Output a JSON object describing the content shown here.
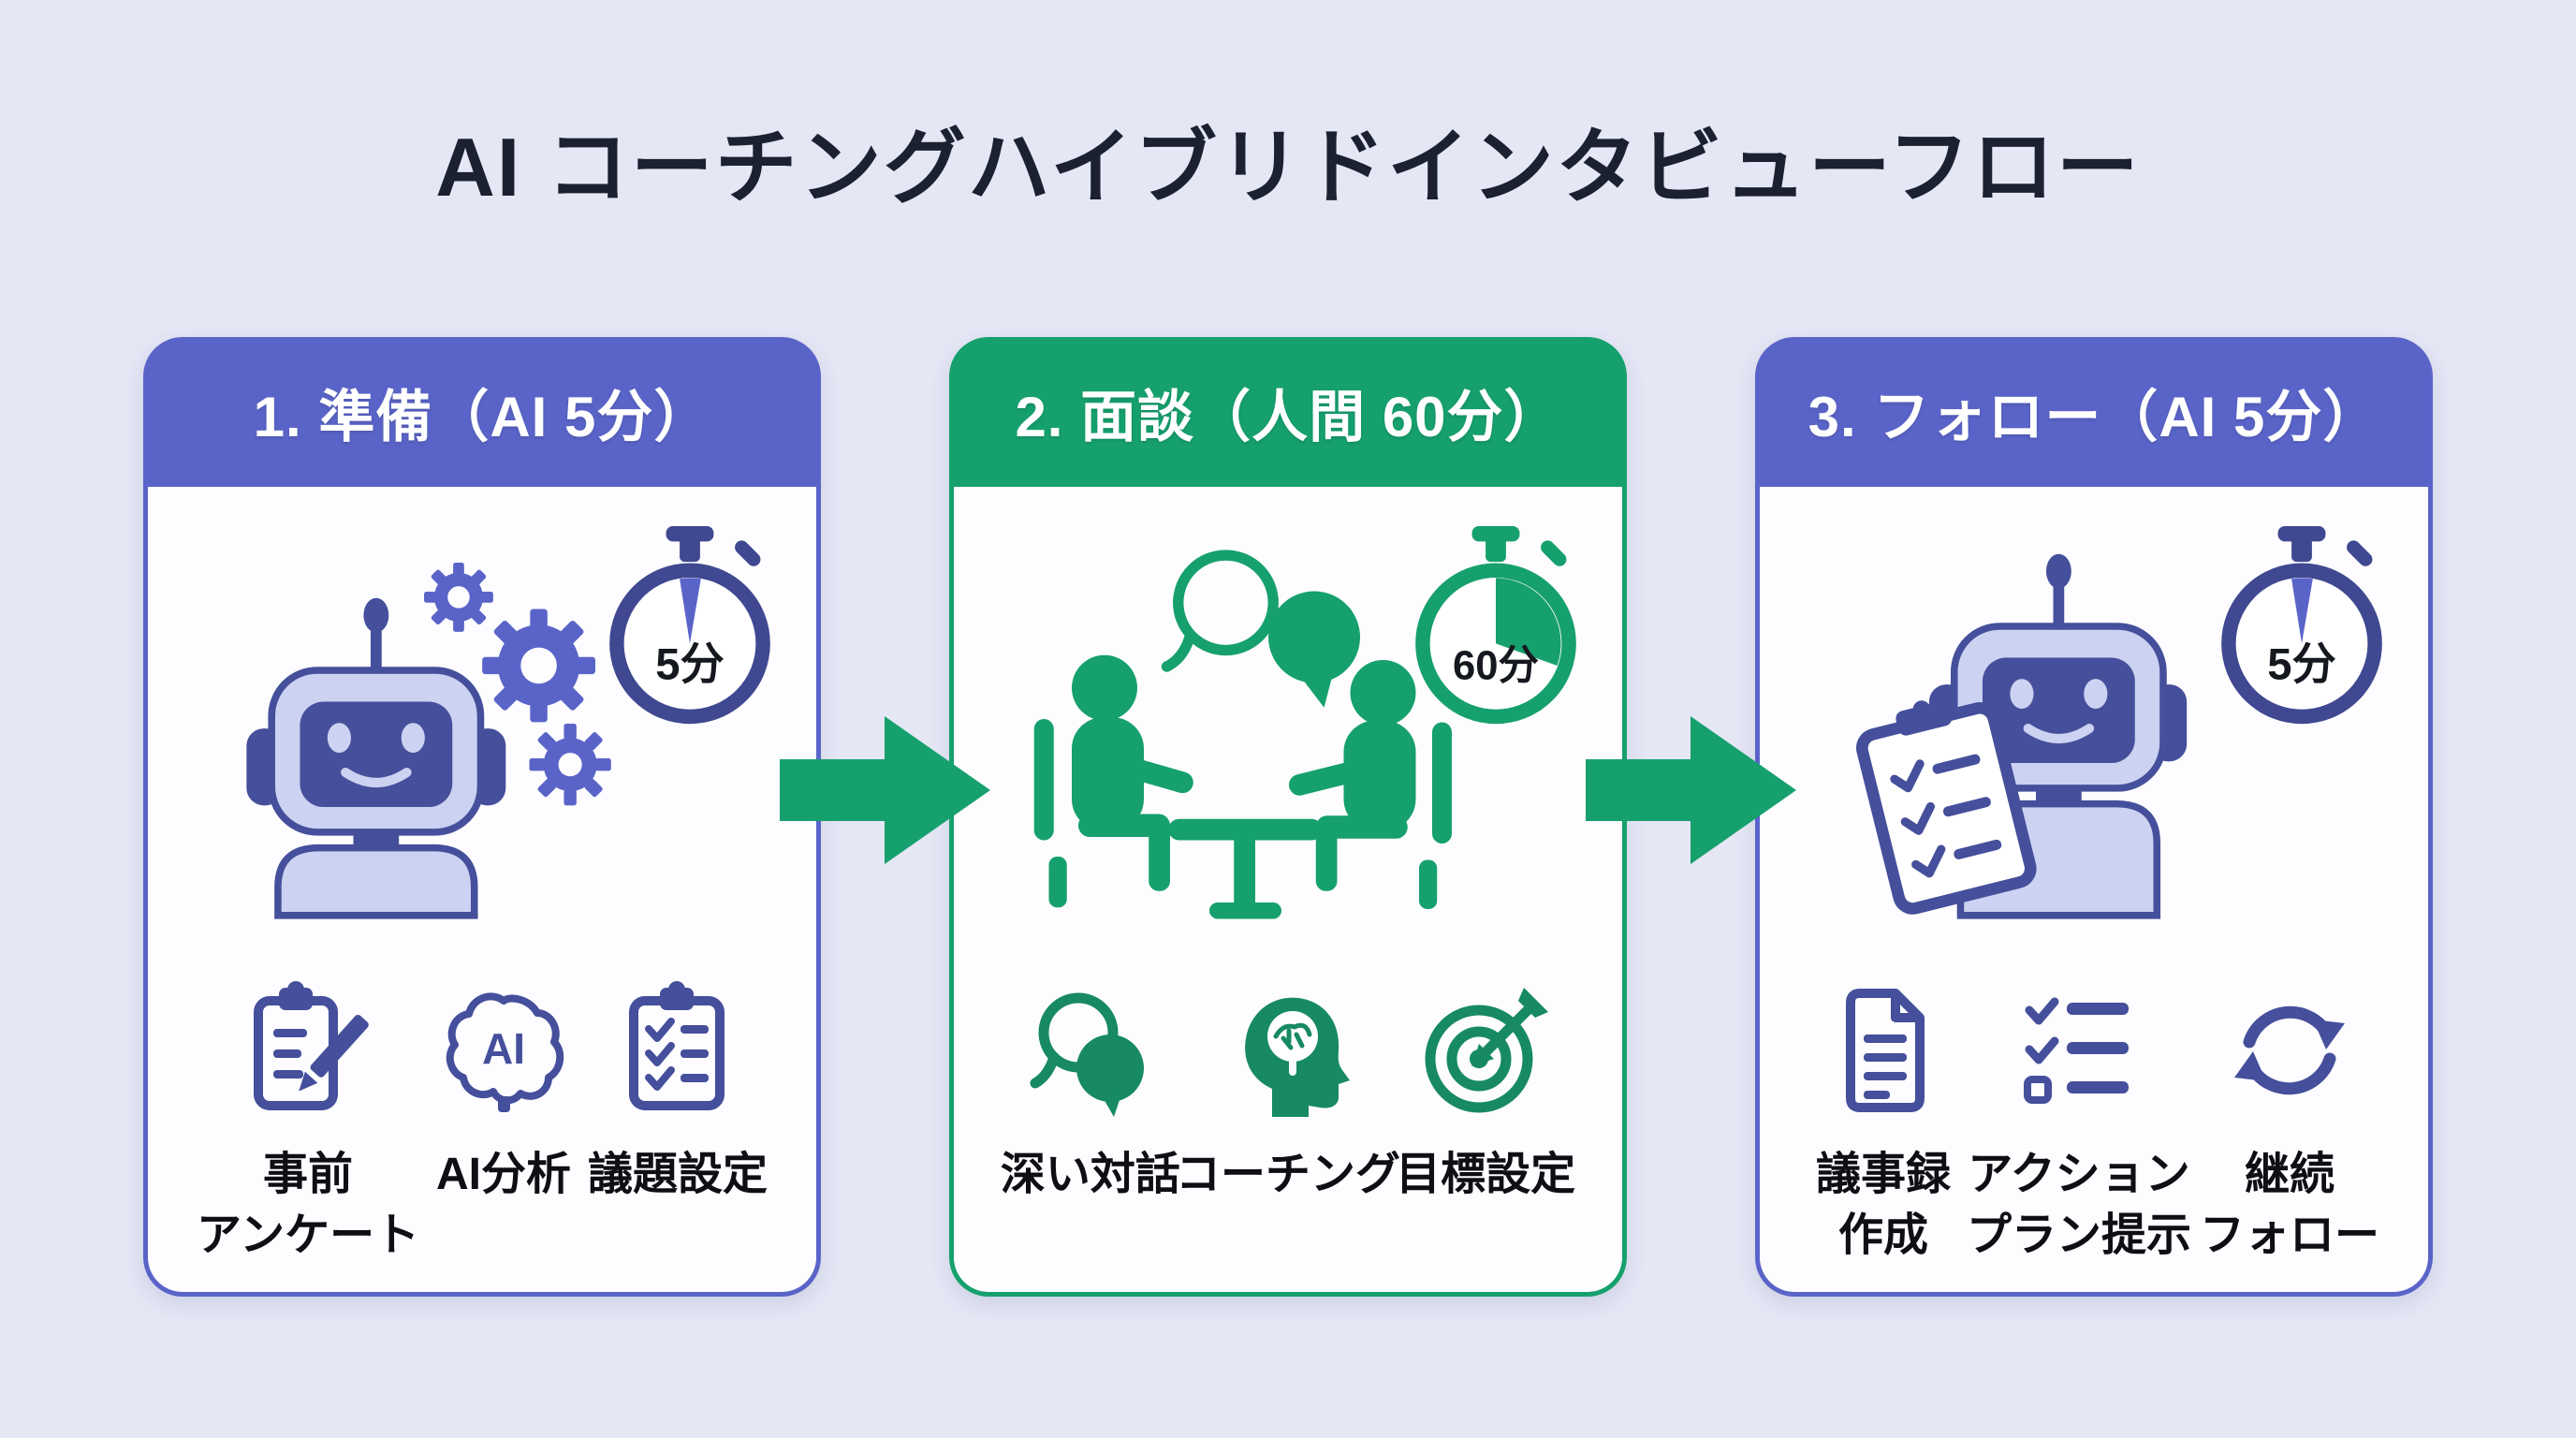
{
  "title": "AI コーチングハイブリドインタビューフロー",
  "colors": {
    "background": "#e5e7f5",
    "indigo_header": "#5a64c8",
    "indigo_icon": "#454f9b",
    "green_header": "#16a06d",
    "green_icon": "#178a61",
    "arrow_green": "#16a06d",
    "card_background": "#fdfdff",
    "title_text": "#1b2130",
    "label_text": "#0d0f14"
  },
  "cards": [
    {
      "header": "1. 準備（AI 5分）",
      "theme": "indigo",
      "timer": "5分",
      "illustration": "robot-with-gears",
      "features": [
        {
          "icon": "clipboard-pencil-icon",
          "label": "事前\nアンケート"
        },
        {
          "icon": "ai-brain-icon",
          "label": "AI分析",
          "brain_text": "AI"
        },
        {
          "icon": "clipboard-checklist-icon",
          "label": "議題設定"
        }
      ]
    },
    {
      "header": "2. 面談（人間 60分）",
      "theme": "green",
      "timer": "60分",
      "illustration": "two-people-meeting-at-table",
      "features": [
        {
          "icon": "chat-bubbles-icon",
          "label": "深い対話"
        },
        {
          "icon": "coaching-head-brain-icon",
          "label": "コーチング"
        },
        {
          "icon": "target-arrow-icon",
          "label": "目標設定"
        }
      ]
    },
    {
      "header": "3. フォロー（AI 5分）",
      "theme": "indigo",
      "timer": "5分",
      "illustration": "robot-with-clipboard",
      "features": [
        {
          "icon": "document-icon",
          "label": "議事録\n作成"
        },
        {
          "icon": "action-checklist-icon",
          "label": "アクション\nプラン提示"
        },
        {
          "icon": "repeat-cycle-icon",
          "label": "継続\nフォロー"
        }
      ]
    }
  ]
}
